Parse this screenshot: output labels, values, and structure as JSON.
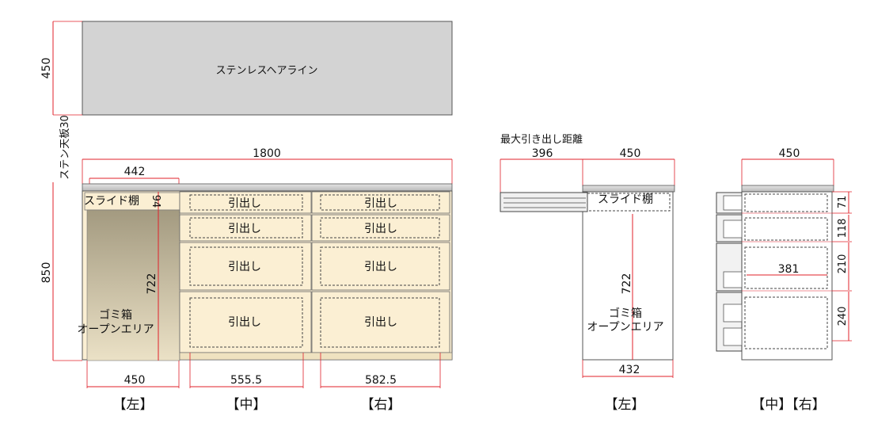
{
  "top_plan": {
    "height_label": "450",
    "finish_label": "ステンレスヘアライン"
  },
  "front_view": {
    "top_thickness_label": "ステン天板30",
    "overall_width_label": "1800",
    "slide_width_label": "442",
    "slide_shelf_label": "スライド棚",
    "slide_height_label": "94",
    "height_label": "850",
    "open_height_label": "722",
    "trash_label_line1": "ゴミ箱",
    "trash_label_line2": "オープンエリア",
    "drawer_label": "引出し",
    "left_width_label": "450",
    "mid_width_label": "555.5",
    "right_width_label": "582.5",
    "view_left": "【左】",
    "view_mid": "【中】",
    "view_right": "【右】"
  },
  "side_left": {
    "max_pull_label": "最大引き出し距離",
    "pull_label": "396",
    "depth_label": "450",
    "slide_shelf_label": "スライド棚",
    "open_height_label": "722",
    "trash_label_line1": "ゴミ箱",
    "trash_label_line2": "オープンエリア",
    "inner_depth_label": "432",
    "view_label": "【左】"
  },
  "side_mid_right": {
    "depth_label": "450",
    "drawer_heights": [
      "71",
      "118",
      "210",
      "240"
    ],
    "inner_label": "381",
    "view_label": "【中】【右】"
  },
  "colors": {
    "dimension": "#e0202a",
    "stainless": "#d3d3d3",
    "panel": "#fbefd3",
    "open_area_top": "#a49b7f",
    "open_area_bottom": "#ece2c6"
  }
}
